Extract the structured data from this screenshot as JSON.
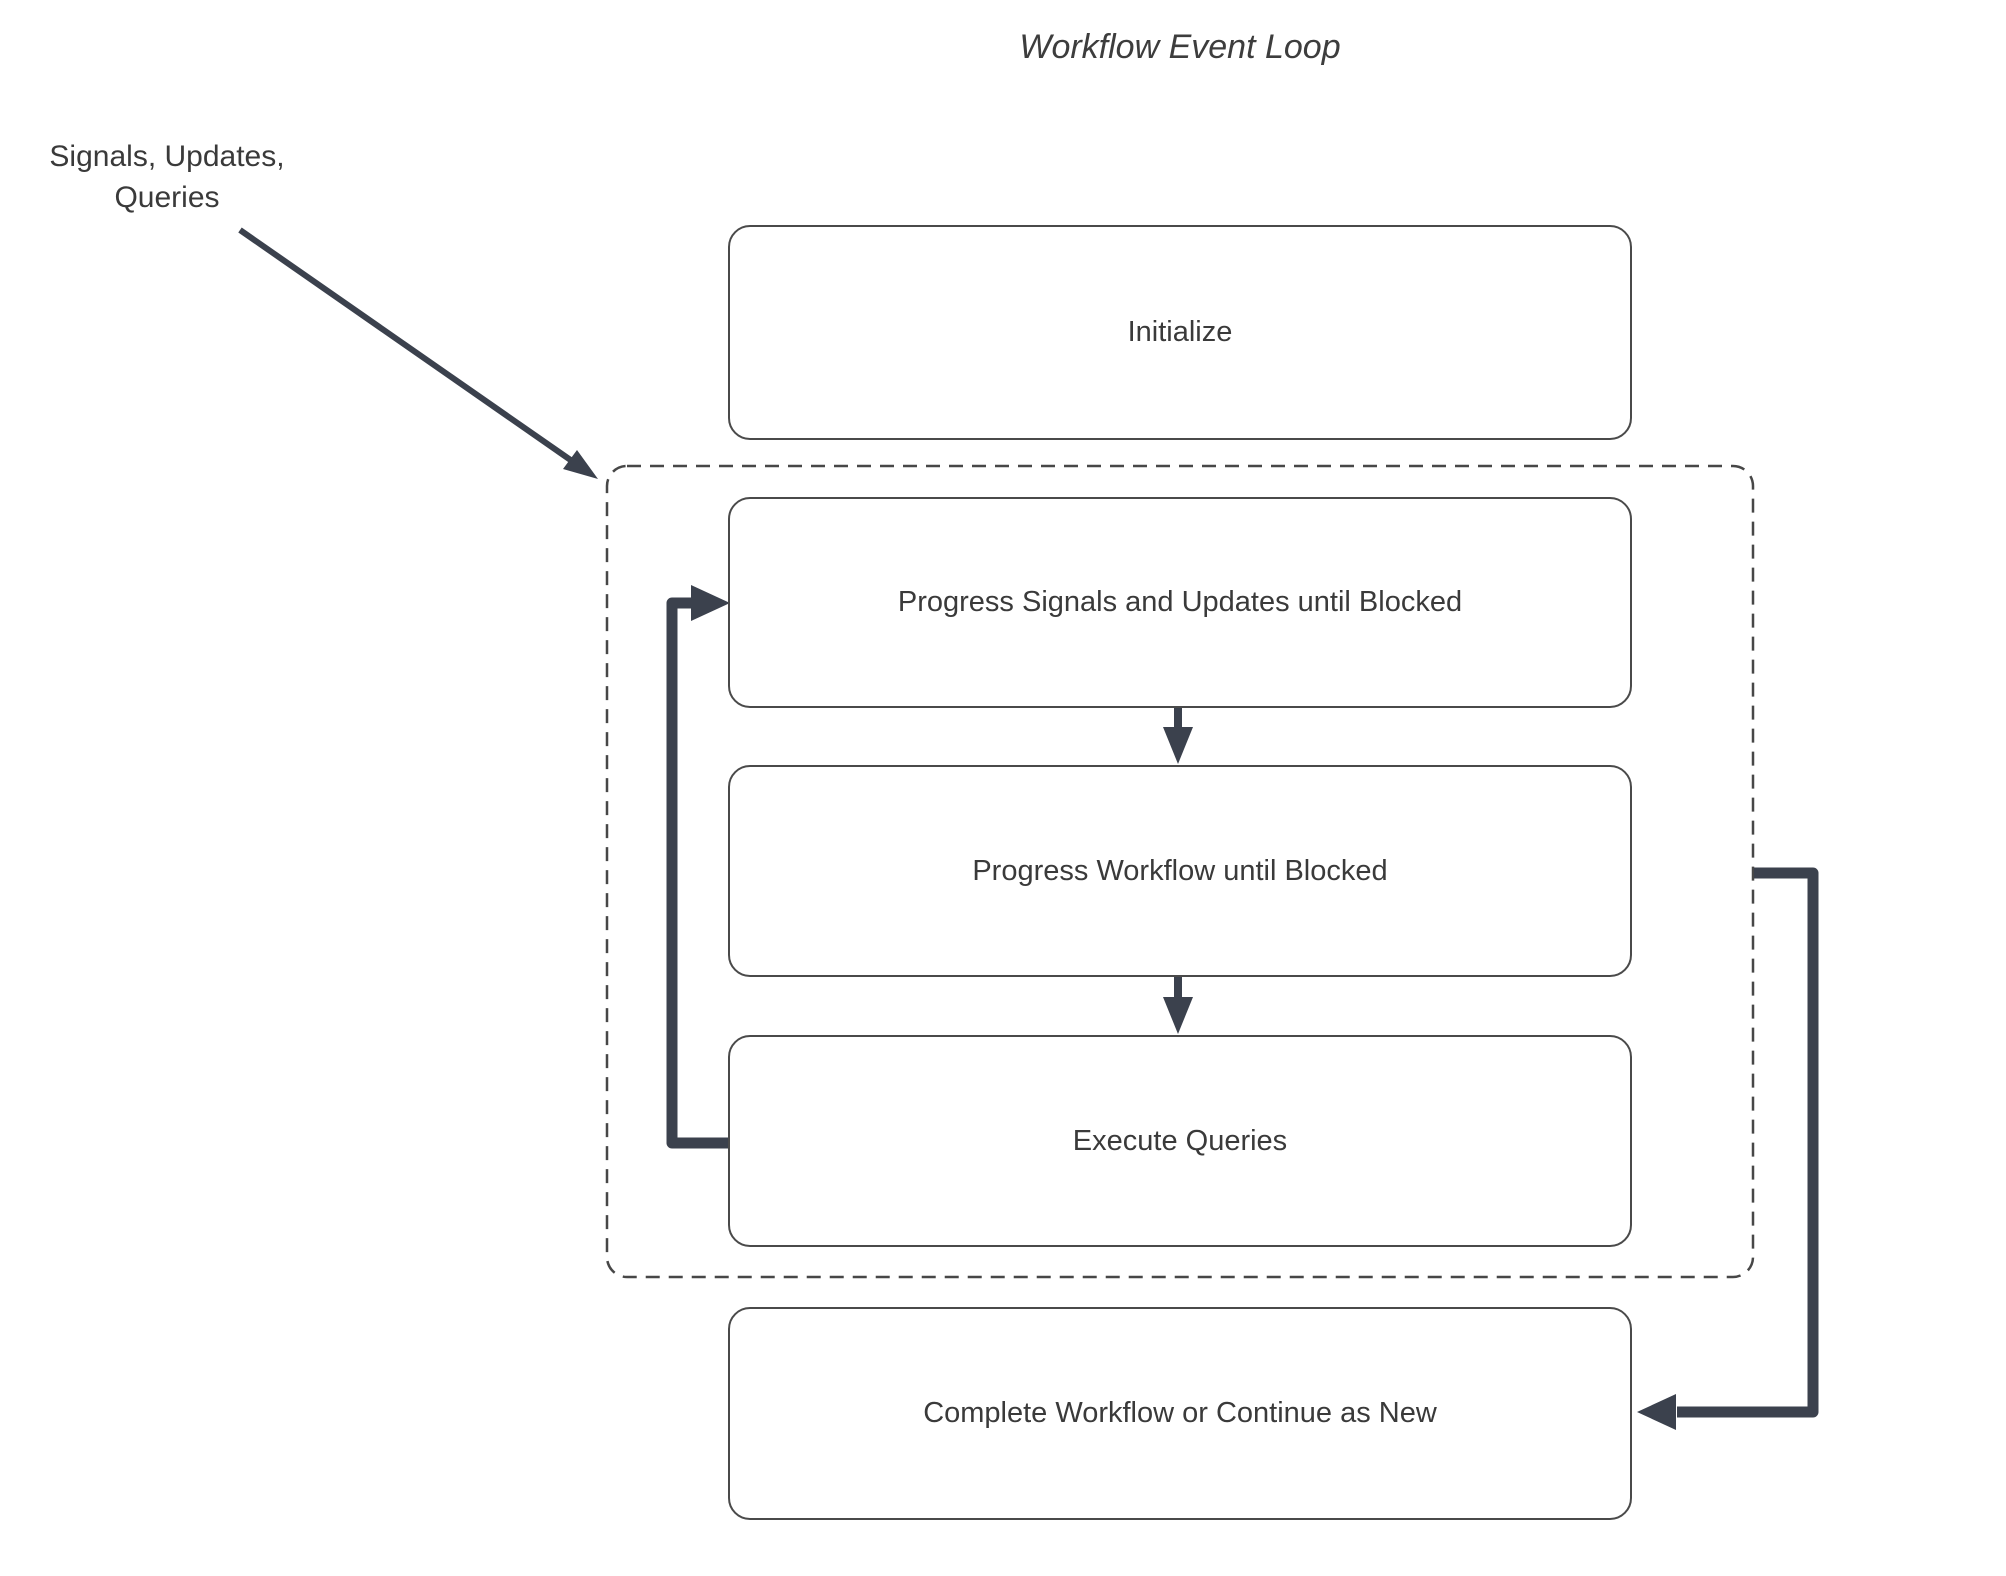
{
  "diagram": {
    "title": "Workflow Event Loop",
    "external_input_label_line1": "Signals, Updates,",
    "external_input_label_line2": "Queries",
    "nodes": [
      {
        "label": "Initialize"
      },
      {
        "label": "Progress Signals and Updates until Blocked"
      },
      {
        "label": "Progress Workflow until Blocked"
      },
      {
        "label": "Execute Queries"
      },
      {
        "label": "Complete Workflow or Continue as New"
      }
    ],
    "colors": {
      "connector": "#3b414d",
      "node_border": "#4a4a4a",
      "group_border": "#474747",
      "text": "#3a3a3a",
      "background": "#ffffff"
    }
  }
}
